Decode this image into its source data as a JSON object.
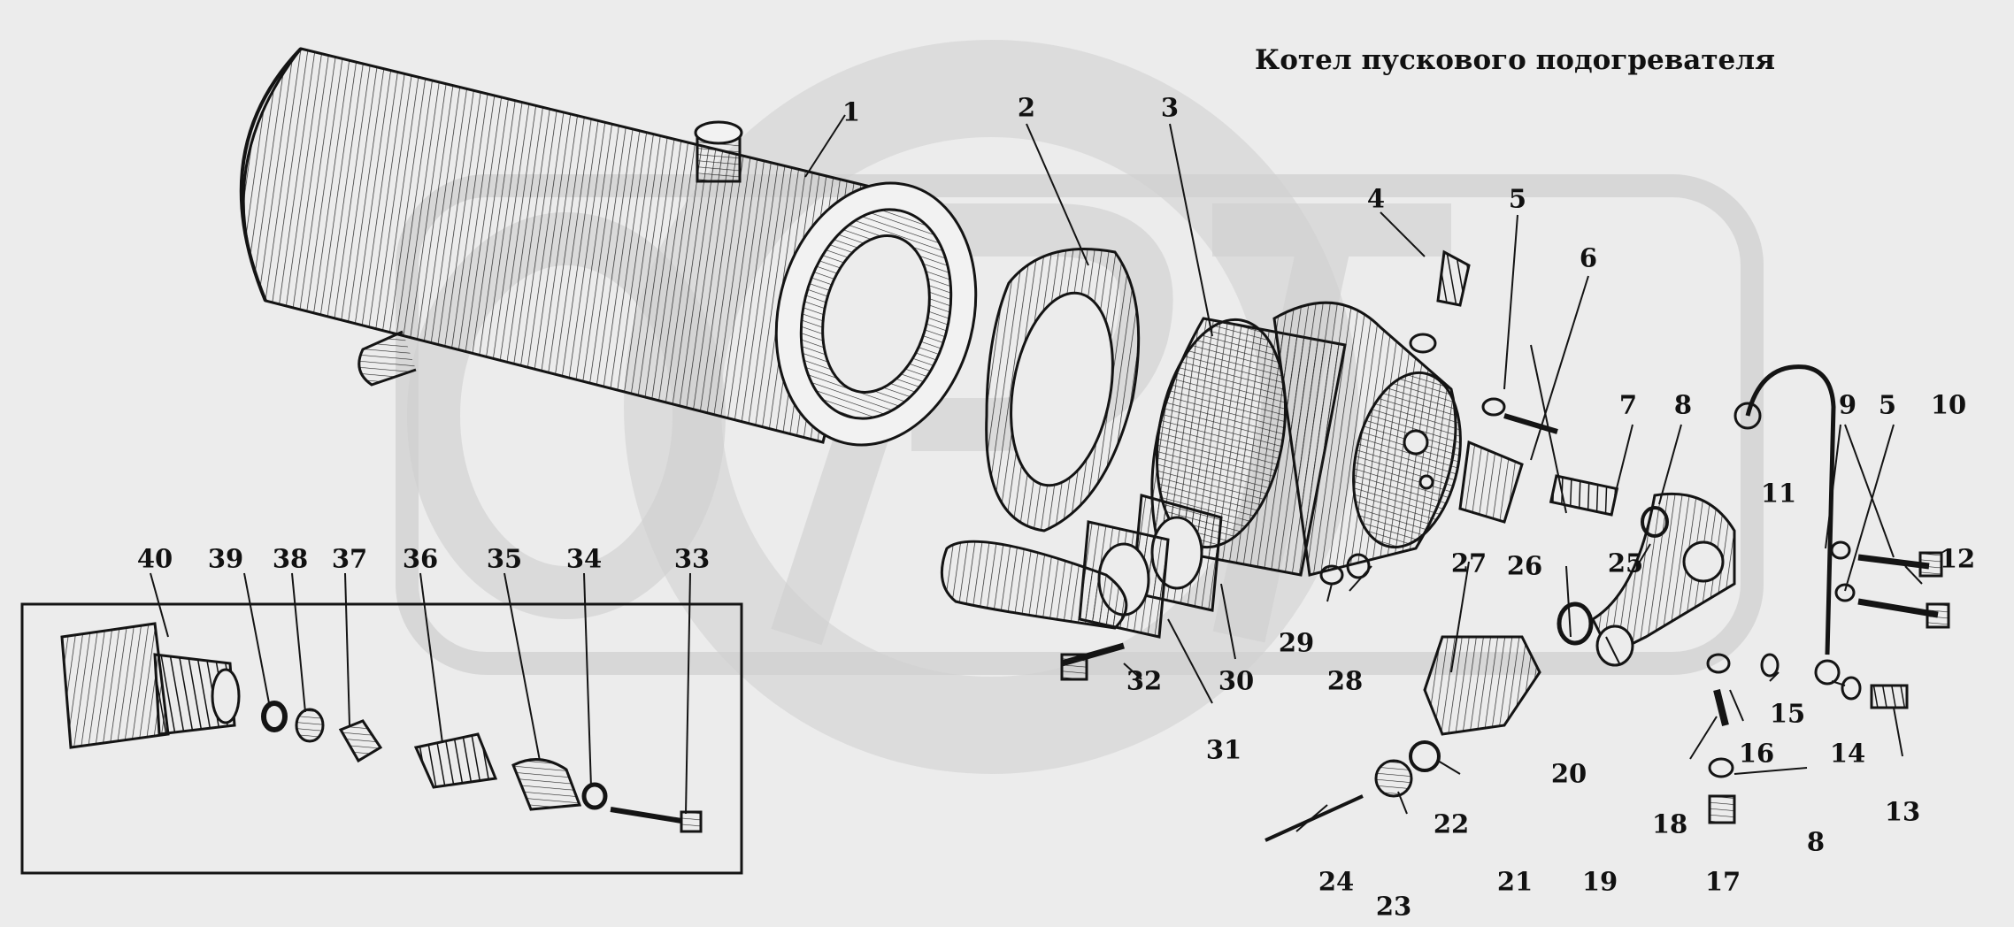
{
  "title": "Котел пускового подогревателя",
  "labels": [
    "1",
    "2",
    "3",
    "4",
    "5",
    "6",
    "7",
    "8",
    "9",
    "5",
    "10",
    "11",
    "12",
    "25",
    "26",
    "27",
    "28",
    "29",
    "30",
    "31",
    "32",
    "21",
    "20",
    "19",
    "16",
    "15",
    "14",
    "13",
    "18",
    "8",
    "17",
    "22",
    "23",
    "24",
    "40",
    "39",
    "38",
    "37",
    "36",
    "35",
    "34",
    "33"
  ],
  "colors": {
    "ink": "#141414",
    "background": "#ececec",
    "watermark": "#cfcfcf"
  }
}
